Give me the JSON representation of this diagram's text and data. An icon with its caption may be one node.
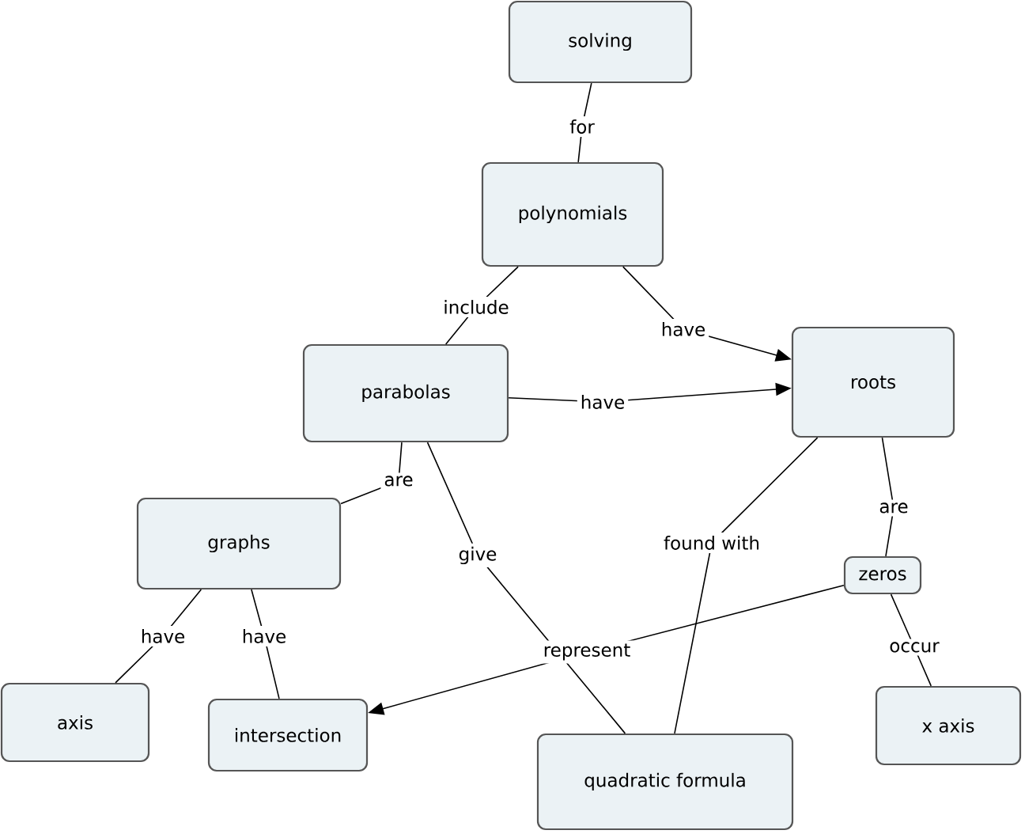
{
  "diagram": {
    "nodes": [
      {
        "text": [
          "solving"
        ]
      },
      {
        "text": [
          "polynomials"
        ]
      },
      {
        "text": [
          "parabolas"
        ]
      },
      {
        "text": [
          "roots"
        ]
      },
      {
        "text": [
          "graphs"
        ]
      },
      {
        "text": [
          "zeros"
        ]
      },
      {
        "text": [
          "axis"
        ]
      },
      {
        "text": [
          "intersection"
        ]
      },
      {
        "text": [
          "quadratic formula"
        ]
      },
      {
        "text": [
          "x axis"
        ]
      }
    ],
    "edges": [
      {
        "from": 0,
        "to": 1,
        "arrow": "none",
        "label": "for"
      },
      {
        "from": 1,
        "to": 2,
        "arrow": "none",
        "label": "include"
      },
      {
        "from": 1,
        "to": 3,
        "arrow": "to",
        "label": "have"
      },
      {
        "from": 2,
        "to": 3,
        "arrow": "to",
        "label": "have"
      },
      {
        "from": 2,
        "to": 4,
        "arrow": "none",
        "label": "are"
      },
      {
        "from": 2,
        "to": 8,
        "arrow": "none",
        "label": "give"
      },
      {
        "from": 3,
        "to": 8,
        "arrow": "none",
        "label": "found with"
      },
      {
        "from": 3,
        "to": 5,
        "arrow": "none",
        "label": "are"
      },
      {
        "from": 4,
        "to": 6,
        "arrow": "none",
        "label": "have"
      },
      {
        "from": 4,
        "to": 7,
        "arrow": "none",
        "label": "have"
      },
      {
        "from": 5,
        "to": 7,
        "arrow": "to",
        "label": "represent"
      },
      {
        "from": 5,
        "to": 9,
        "arrow": "none",
        "label": "occur"
      }
    ]
  }
}
